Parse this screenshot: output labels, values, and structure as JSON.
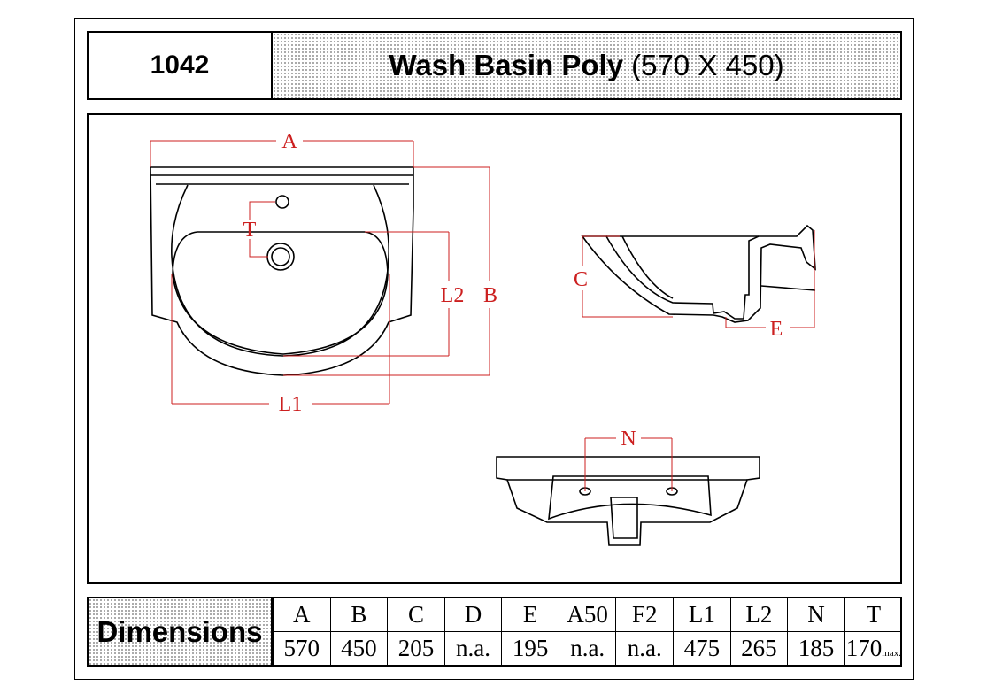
{
  "header": {
    "model_number": "1042",
    "product_name": "Wash Basin Poly",
    "product_size": "(570 X 450)"
  },
  "drawing_labels": {
    "top_view": {
      "width": "A",
      "depth": "B",
      "inner_length": "L1",
      "inner_depth": "L2",
      "tap_hole": "T"
    },
    "side_view": {
      "height": "C",
      "drain_offset": "E"
    },
    "front_view": {
      "hole_spacing": "N"
    }
  },
  "colors": {
    "dimension_lines": "#cc1f1f",
    "outline": "#000000",
    "hatch_dots": "#7d7d7d"
  },
  "dimensions": {
    "title": "Dimensions",
    "columns": [
      {
        "key": "A",
        "value": "570"
      },
      {
        "key": "B",
        "value": "450"
      },
      {
        "key": "C",
        "value": "205"
      },
      {
        "key": "D",
        "value": "n.a."
      },
      {
        "key": "E",
        "value": "195"
      },
      {
        "key": "A50",
        "value": "n.a."
      },
      {
        "key": "F2",
        "value": "n.a."
      },
      {
        "key": "L1",
        "value": "475"
      },
      {
        "key": "L2",
        "value": "265"
      },
      {
        "key": "N",
        "value": "185"
      },
      {
        "key": "T",
        "value": "170",
        "suffix": "max."
      }
    ]
  }
}
